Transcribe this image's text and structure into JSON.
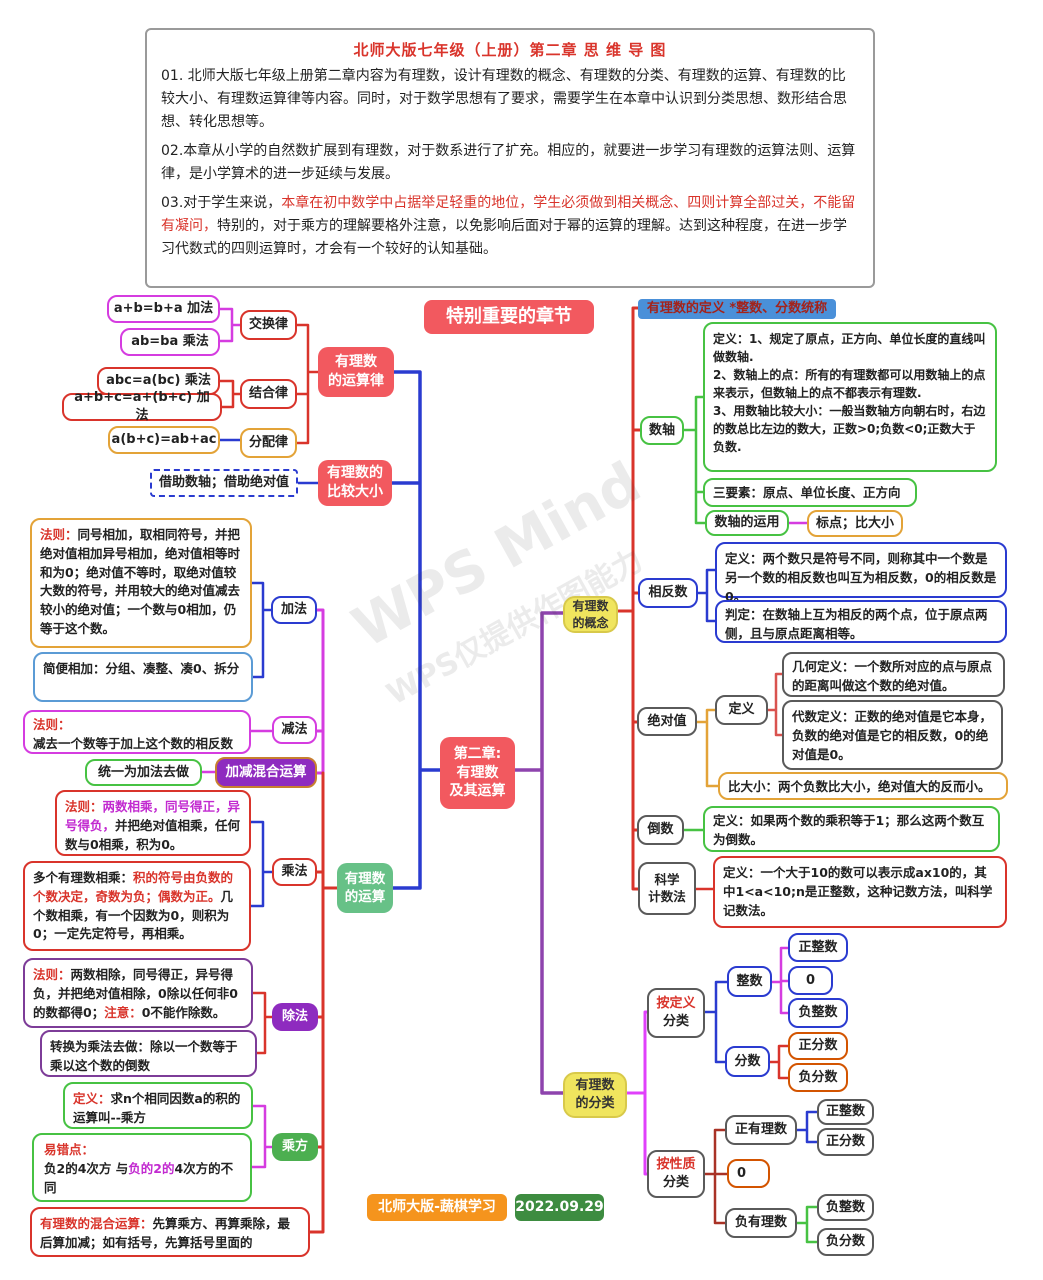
{
  "header": {
    "title": "北师大版七年级（上册）第二章 思 维 导 图",
    "p1": "01. 北师大版七年级上册第二章内容为有理数，设计有理数的概念、有理数的分类、有理数的运算、有理数的比较大小、有理数运算律等内容。同时，对于数学思想有了要求，需要学生在本章中认识到分类思想、数形结合思想、转化思想等。",
    "p2": "02.本章从小学的自然数扩展到有理数，对于数系进行了扩充。相应的，就要进一步学习有理数的运算法则、运算律，是小学算术的进一步延续与发展。",
    "p3_start": "03.对于学生来说，",
    "p3_red": "本章在初中数学中占据举足轻重的地位，学生必须做到相关概念、四则计算全部过关，不能留有凝问，",
    "p3_rest": "特别的，对于乘方的理解要格外注意，以免影响后面对于幂的运算的理解。达到这种程度，在进一步学习代数式的四则运算时，才会有一个较好的认知基础。"
  },
  "center": {
    "important": "特别重要的章节",
    "chapter_l1": "第二章:",
    "chapter_l2": "有理数",
    "chapter_l3": "及其运算",
    "concept_l1": "有理数",
    "concept_l2": "的概念",
    "classify_l1": "有理数",
    "classify_l2": "的分类",
    "ops_l1": "有理数",
    "ops_l2": "的运算",
    "op_laws_l1": "有理数",
    "op_laws_l2": "的运算律",
    "compare_l1": "有理数的",
    "compare_l2": "比较大小"
  },
  "laws": {
    "add_comm": "a+b=b+a  加法",
    "mul_comm": "ab=ba  乘法",
    "commutative": "交换律",
    "mul_assoc": "abc=a(bc)  乘法",
    "add_assoc": "a+b+c=a+(b+c)  加法",
    "associative": "结合律",
    "distributive_formula": "a(b+c)=ab+ac",
    "distributive": "分配律",
    "compare_note": "借助数轴；借助绝对值"
  },
  "operations": {
    "add": {
      "rule_label": "法则：",
      "rule_text": "同号相加，取相同符号，并把绝对值相加异号相加，绝对值相等时和为0；绝对值不等时，取绝对值较大数的符号，并用较大的绝对值减去较小的绝对值；一个数与0相加，仍等于这个数。",
      "node": "加法",
      "simple": "简便相加：分组、凑整、凑0、拆分"
    },
    "sub": {
      "rule_label": "法则：",
      "rule_text": "减去一个数等于加上这个数的相反数",
      "node": "减法"
    },
    "addsub": {
      "note": "统一为加法去做",
      "node": "加减混合运算"
    },
    "mul": {
      "rule_label": "法则：",
      "rule_red": "两数相乘，同号得正，异号得负，",
      "rule_rest": "并把绝对值相乘，任何数与0相乘，积为0。",
      "multi_label": "多个有理数相乘：",
      "multi_red": "积的符号由负数的个数决定，奇数为负；偶数为正。",
      "multi_rest": "几个数相乘，有一个因数为0，则积为0；一定先定符号，再相乘。",
      "node": "乘法"
    },
    "div": {
      "rule_label": "法则：",
      "rule_text": "两数相除，同号得正，异号得负，并把绝对值相除，0除以任何非0的数都得0；",
      "note_label": "注意：",
      "note_text": "0不能作除数。",
      "node": "除法",
      "convert": "转换为乘法去做：除以一个数等于乘以这个数的倒数"
    },
    "pow": {
      "def_label": "定义：",
      "def_text": "求n个相同因数a的积的运算叫--乘方",
      "node": "乘方",
      "error_label": "易错点：",
      "error_a": "负2的4次方 与",
      "error_b": "负的2的",
      "error_c": "4次方的不同"
    },
    "mixed": {
      "label": "有理数的混合运算：",
      "text": "先算乘方、再算乘除，最后算加减；如有括号，先算括号里面的"
    }
  },
  "concepts": {
    "rational_def": "有理数的定义 *整数、分数统称",
    "axis": {
      "node": "数轴",
      "def": "定义：1、规定了原点，正方向、单位长度的直线叫做数轴.\n2、数轴上的点：所有的有理数都可以用数轴上的点来表示，但数轴上的点不都表示有理数.\n3、用数轴比较大小：一般当数轴方向朝右时，右边的数总比左边的数大，正数>0;负数<0;正数大于负数.",
      "elements": "三要素：原点、单位长度、正方向",
      "use": "数轴的运用",
      "use_note": "标点；比大小"
    },
    "opposite": {
      "node": "相反数",
      "def": "定义：两个数只是符号不同，则称其中一个数是另一个数的相反数也叫互为相反数，0的相反数是0。",
      "judge": "判定：在数轴上互为相反的两个点，位于原点两侧，且与原点距离相等。"
    },
    "abs": {
      "node": "绝对值",
      "def_node": "定义",
      "geo": "几何定义：一个数所对应的点与原点的距离叫做这个数的绝对值。",
      "alg": "代数定义：正数的绝对值是它本身，负数的绝对值是它的相反数，0的绝对值是0。",
      "compare": "比大小：两个负数比大小，绝对值大的反而小。"
    },
    "recip": {
      "node": "倒数",
      "def": "定义：如果两个数的乘积等于1；那么这两个数互为倒数。"
    },
    "sci": {
      "node_l1": "科学",
      "node_l2": "计数法",
      "def": "定义：一个大于10的数可以表示成ax10的，其中1<a<10;n是正整数，这种记数方法，叫科学记数法。"
    }
  },
  "classification": {
    "by_def_red": "按定义",
    "by_def_rest": "分类",
    "integer": "整数",
    "pos_int": "正整数",
    "zero": "0",
    "neg_int": "负整数",
    "fraction": "分数",
    "pos_frac": "正分数",
    "neg_frac": "负分数",
    "by_prop_red": "按性质",
    "by_prop_rest": "分类",
    "pos_rational": "正有理数",
    "pos_int2": "正整数",
    "pos_frac2": "正分数",
    "zero2": "0",
    "neg_rational": "负有理数",
    "neg_int2": "负整数",
    "neg_frac2": "负分数"
  },
  "footer": {
    "brand": "北师大版-蔬棋学习",
    "date": "2022.09.29"
  },
  "watermark": {
    "line1": "WPS Mind",
    "line2": "WPS仅提供作图能力"
  },
  "colors": {
    "accent_red_fill": "#f2595f",
    "branch_red": "#d9342b",
    "navy": "#2a3bd0",
    "magenta": "#d53ce0",
    "green": "#47c243",
    "purple_fill": "#8e2bbf",
    "yellow_fill": "#f0e55e",
    "green_fill": "#67c187",
    "badge_blue": "#4a90d9",
    "brand_orange": "#f5941d",
    "date_green": "#3d8c40",
    "dark_red": "#a93226"
  }
}
